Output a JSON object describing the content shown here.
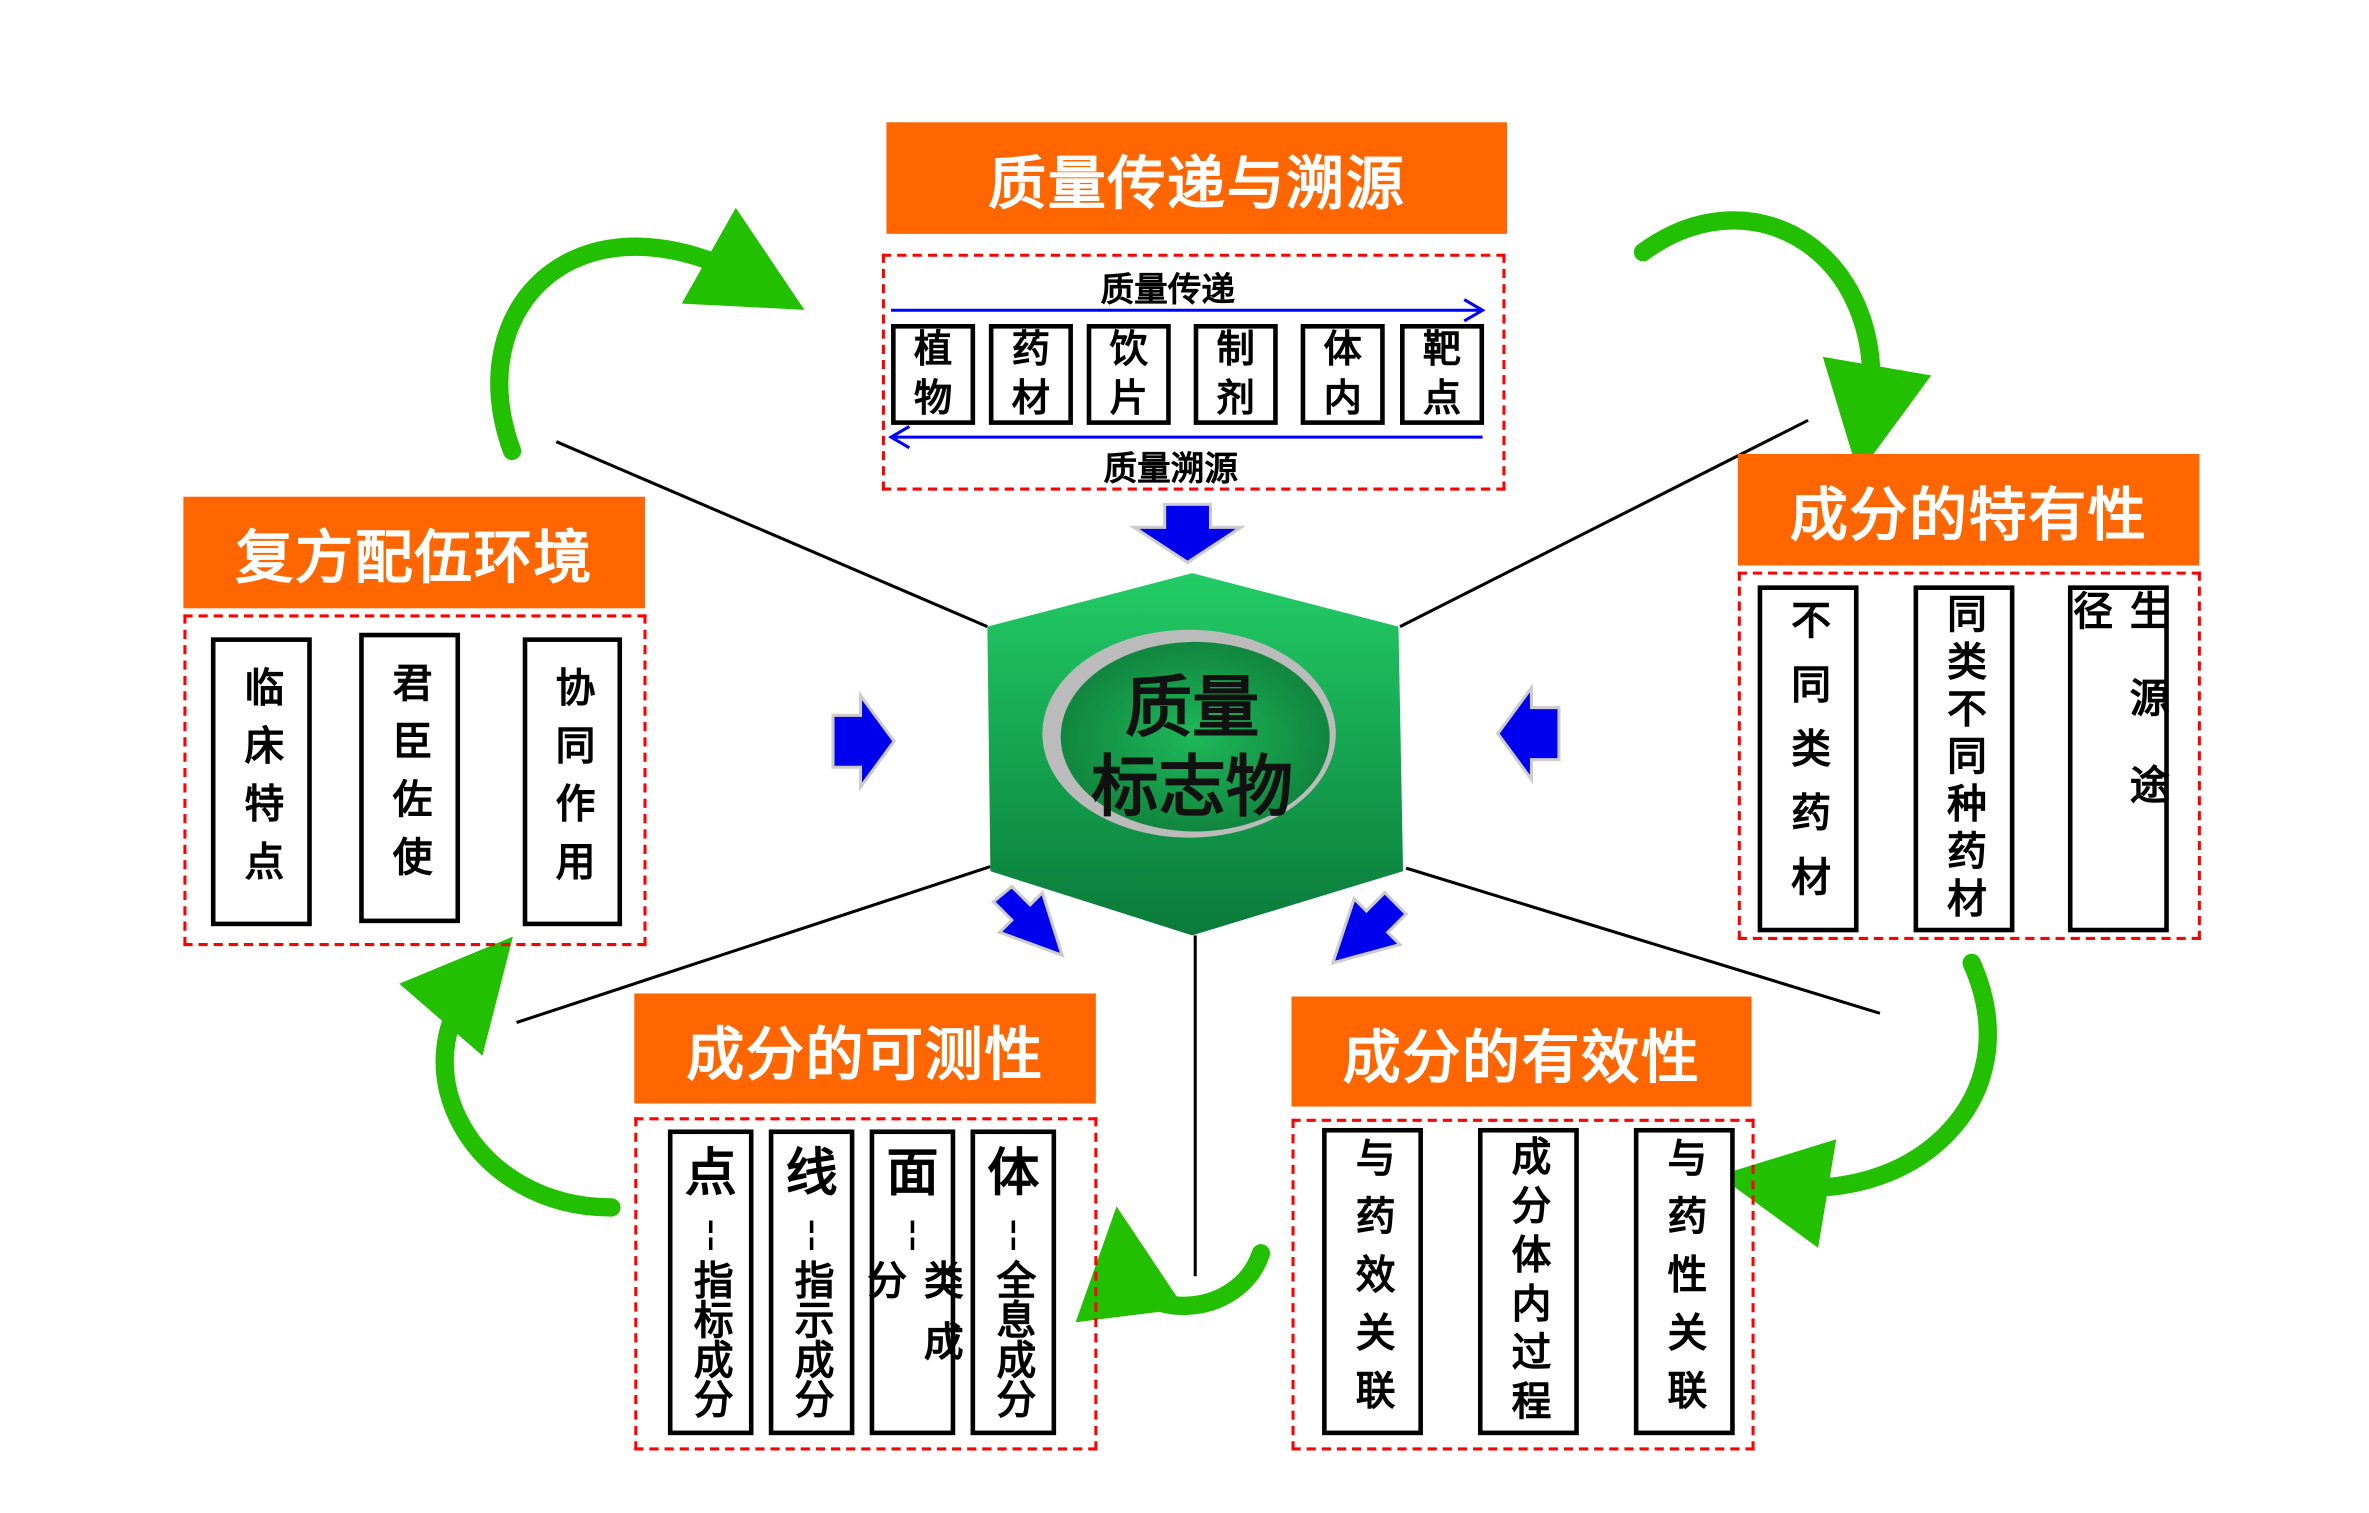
{
  "center": {
    "line1": "质量",
    "line2": "标志物"
  },
  "top": {
    "title": "质量传递与溯源",
    "forward_label": "质量传递",
    "backward_label": "质量溯源",
    "stages": [
      {
        "a": "植",
        "b": "物"
      },
      {
        "a": "药",
        "b": "材"
      },
      {
        "a": "饮",
        "b": "片"
      },
      {
        "a": "制",
        "b": "剂"
      },
      {
        "a": "体",
        "b": "内"
      },
      {
        "a": "靶",
        "b": "点"
      }
    ]
  },
  "left": {
    "title": "复方配伍环境",
    "items": [
      "临床特点",
      "君臣佐使",
      "协同作用"
    ]
  },
  "right": {
    "title": "成分的特有性",
    "items": [
      "不同类药材",
      "同类不同种药材",
      "生源途径"
    ]
  },
  "bottom_left": {
    "title": "成分的可测性",
    "items": [
      {
        "head": "点",
        "sep": "¦",
        "body": "指标成分"
      },
      {
        "head": "线",
        "sep": "¦",
        "body": "指示成分"
      },
      {
        "head": "面",
        "sep": "¦",
        "body": "类成分"
      },
      {
        "head": "体",
        "sep": "¦",
        "body": "全息成分"
      }
    ]
  },
  "bottom_right": {
    "title": "成分的有效性",
    "items": [
      "与药效关联",
      "成分体内过程",
      "与药性关联"
    ]
  },
  "colors": {
    "header": "#ff6600",
    "dashed_border": "#ff0000",
    "center": "#16a34a",
    "arrow_blue": "#0000ff",
    "arrow_green": "#22c000"
  }
}
